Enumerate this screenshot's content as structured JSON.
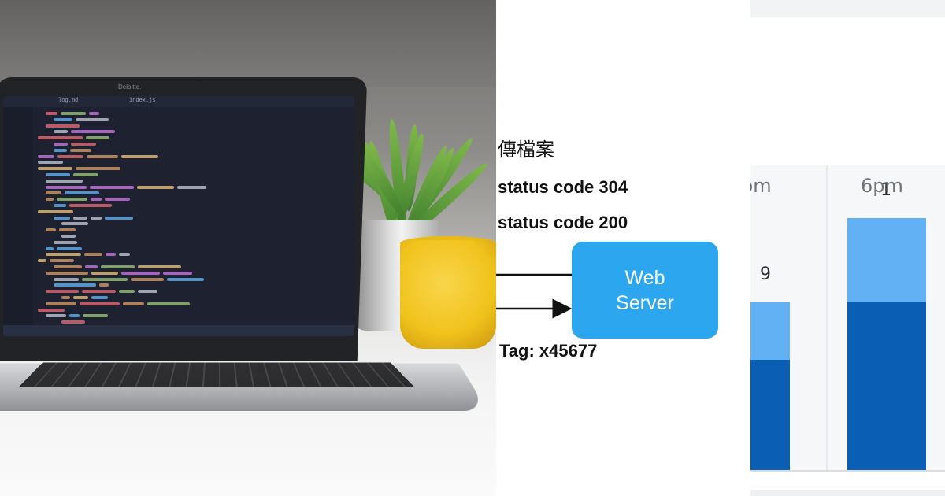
{
  "diagram": {
    "heading": "傳檔案",
    "status_304": "status code 304",
    "status_200": "status code 200",
    "web_server_label": "Web\nServer",
    "etag": "Tag: x45677",
    "box_color": "#2ba6ef"
  },
  "chart_data": {
    "type": "bar",
    "categories": [
      "pm",
      "6pm"
    ],
    "series": [
      {
        "values": [
          21,
          32
        ],
        "color": "#0a5fb4"
      },
      {
        "values": [
          11,
          16
        ],
        "color": "#63b1f5"
      }
    ],
    "data_labels": [
      "9",
      "1"
    ],
    "ylim": [
      0,
      60
    ],
    "grid": false
  },
  "photo": {
    "camera_label": "Deloitte.",
    "editor_tab_1": "log.md",
    "editor_tab_2": "index.js",
    "code_colors": [
      "#c0c6d3",
      "#e06c75",
      "#d19a66",
      "#98c379",
      "#e5c07b",
      "#61afef",
      "#c678dd"
    ]
  }
}
